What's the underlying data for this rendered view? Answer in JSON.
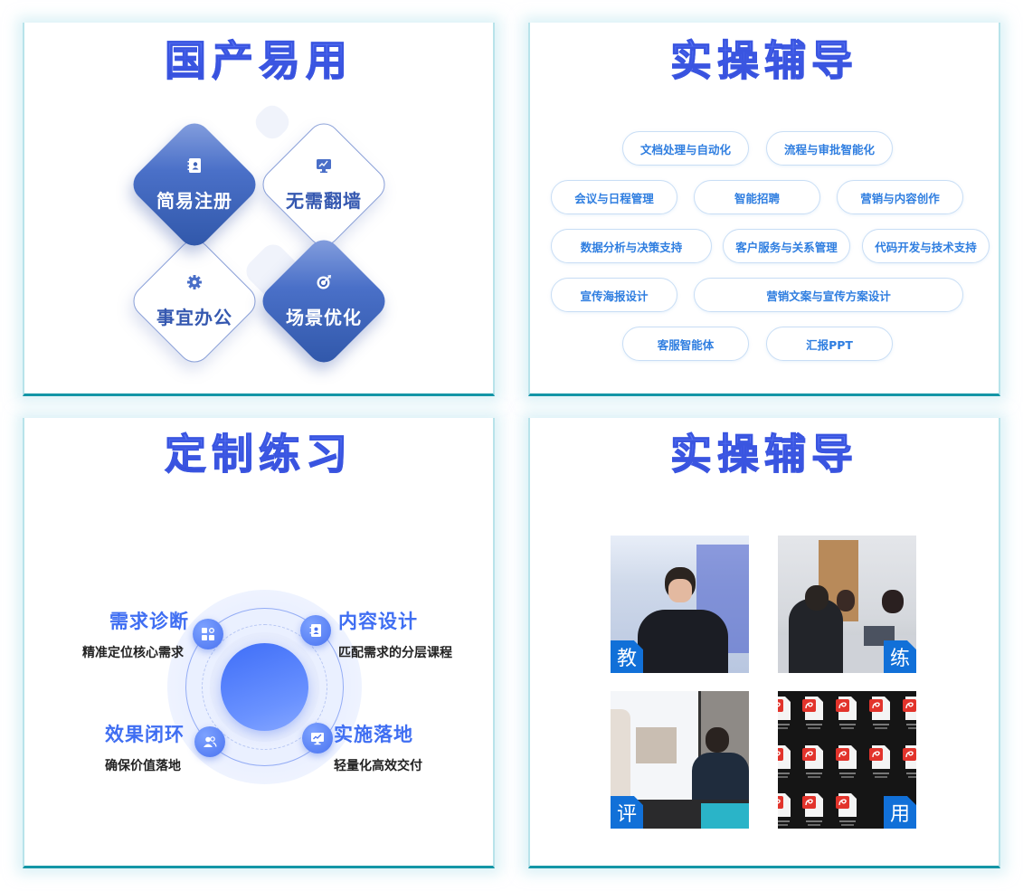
{
  "panels": [
    {
      "title": "国产易用",
      "diamonds": [
        {
          "label": "简易注册",
          "icon": "contact-book-icon",
          "style": "blue"
        },
        {
          "label": "无需翻墙",
          "icon": "monitor-chart-icon",
          "style": "white"
        },
        {
          "label": "事宜办公",
          "icon": "gear-icon",
          "style": "white"
        },
        {
          "label": "场景优化",
          "icon": "target-icon",
          "style": "blue"
        }
      ]
    },
    {
      "title": "实操辅导",
      "tags": [
        "文档处理与自动化",
        "流程与审批智能化",
        "会议与日程管理",
        "智能招聘",
        "营销与内容创作",
        "数据分析与决策支持",
        "客户服务与关系管理",
        "代码开发与技术支持",
        "宣传海报设计",
        "营销文案与宣传方案设计",
        "客服智能体",
        "汇报PPT"
      ]
    },
    {
      "title": "定制练习",
      "steps": [
        {
          "title": "需求诊断",
          "desc": "精准定位核心需求",
          "icon": "apps-icon"
        },
        {
          "title": "内容设计",
          "desc": "匹配需求的分层课程",
          "icon": "contact-book-icon"
        },
        {
          "title": "实施落地",
          "desc": "轻量化高效交付",
          "icon": "monitor-chart-icon"
        },
        {
          "title": "效果闭环",
          "desc": "确保价值落地",
          "icon": "users-icon"
        }
      ]
    },
    {
      "title": "实操辅导",
      "photos": [
        {
          "tag": "教",
          "scene": "lecturer-speaking"
        },
        {
          "tag": "练",
          "scene": "students-practicing"
        },
        {
          "tag": "评",
          "scene": "instructor-reviewing"
        },
        {
          "tag": "用",
          "scene": "pdf-files-grid"
        }
      ]
    }
  ],
  "colors": {
    "title_gradient_top": "#6f8cff",
    "title_gradient_bottom": "#2a3fd0",
    "card_border": "#1496a6",
    "diamond_blue": "#3a60b8",
    "pill_text": "#2f7ee0",
    "step_title": "#3f6ef2",
    "photo_tag": "#1170d8"
  }
}
